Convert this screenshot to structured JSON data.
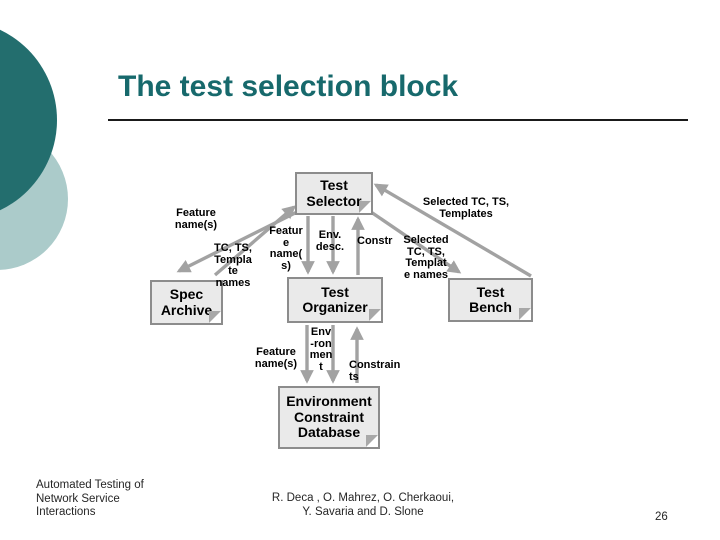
{
  "slide": {
    "title": "The test selection block",
    "page_number": "26"
  },
  "footer": {
    "left": "Automated Testing of\nNetwork Service\nInteractions",
    "center": "R. Deca , O. Mahrez, O. Cherkaoui,\nY. Savaria and D. Slone"
  },
  "diagram": {
    "nodes": {
      "test_selector": "Test\nSelector",
      "spec_archive": "Spec\nArchive",
      "test_organizer": "Test\nOrganizer",
      "test_bench": "Test\nBench",
      "env_constraint_db": "Environment\nConstraint\nDatabase"
    },
    "edge_labels": {
      "feature_names_left": "Feature\nname(s)",
      "tc_ts_template_names": "TC, TS,\nTempla\nte\nnames",
      "feature_names_mid": "Featur\ne\nname(\ns)",
      "env_desc": "Env.\ndesc.",
      "constr": "Constr",
      "selected_tc_ts_templates": "Selected TC, TS,\nTemplates",
      "selected_tc_ts_template_names": "Selected\nTC, TS,\nTemplat\ne names",
      "feature_names_bottom": "Feature\nname(s)",
      "environment": "Env\n-ron\nmen\nt",
      "constraints": "Constrain\nts"
    }
  },
  "colors": {
    "title_teal": "#17696c",
    "circle_dark": "#236e6e",
    "circle_light": "#abcbca",
    "box_fill": "#eaeaea",
    "box_border": "#8c8c8c",
    "arrow_gray": "#a2a2a2",
    "curl_gray": "#a8a8a8",
    "text_black": "#000000",
    "footer_gray": "#262626",
    "rule_black": "#1a1a1a"
  }
}
